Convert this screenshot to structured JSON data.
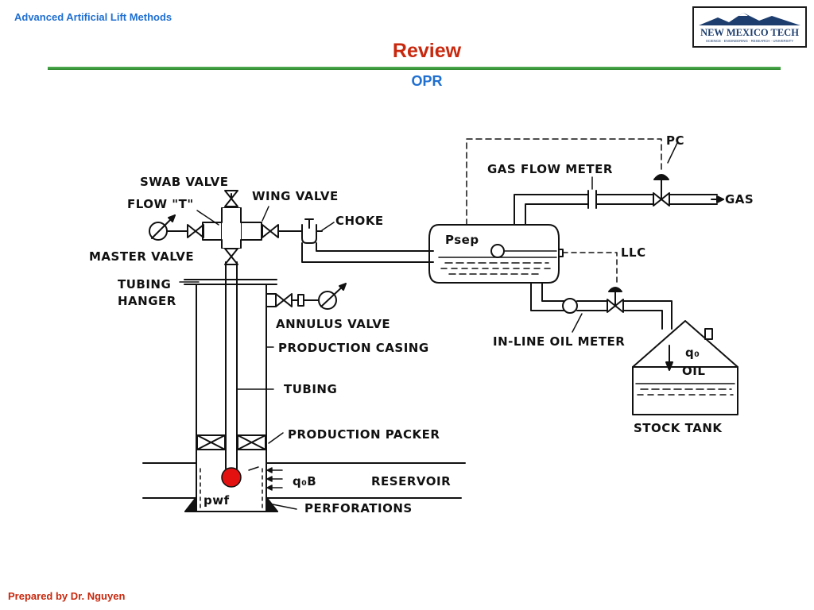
{
  "header": {
    "course": "Advanced Artificial Lift Methods",
    "logo": {
      "name": "NEW MEXICO TECH",
      "tagline": "SCIENCE · ENGINEERING · RESEARCH · UNIVERSITY"
    },
    "title": "Review",
    "subtitle": "OPR"
  },
  "diagram": {
    "labels": {
      "swab_valve": "SWAB VALVE",
      "flow_t": "FLOW \"T\"",
      "wing_valve": "WING VALVE",
      "choke": "CHOKE",
      "master_valve": "MASTER VALVE",
      "tubing_hanger_1": "TUBING",
      "tubing_hanger_2": "HANGER",
      "annulus_valve": "ANNULUS VALVE",
      "production_casing": "PRODUCTION CASING",
      "tubing": "TUBING",
      "production_packer": "PRODUCTION PACKER",
      "qob": "q₀B",
      "reservoir": "RESERVOIR",
      "pwf": "pwf",
      "perforations": "PERFORATIONS",
      "pc": "PC",
      "gas_flow_meter": "GAS FLOW METER",
      "gas": "GAS",
      "psep": "Psep",
      "llc": "LLC",
      "inline_oil_meter": "IN-LINE OIL METER",
      "qo": "q₀",
      "oil": "OIL",
      "stock_tank": "STOCK TANK"
    },
    "colors": {
      "pwf_marker": "#e41111",
      "line": "#111111"
    }
  },
  "footer": {
    "text": "Prepared by Dr. Nguyen"
  }
}
